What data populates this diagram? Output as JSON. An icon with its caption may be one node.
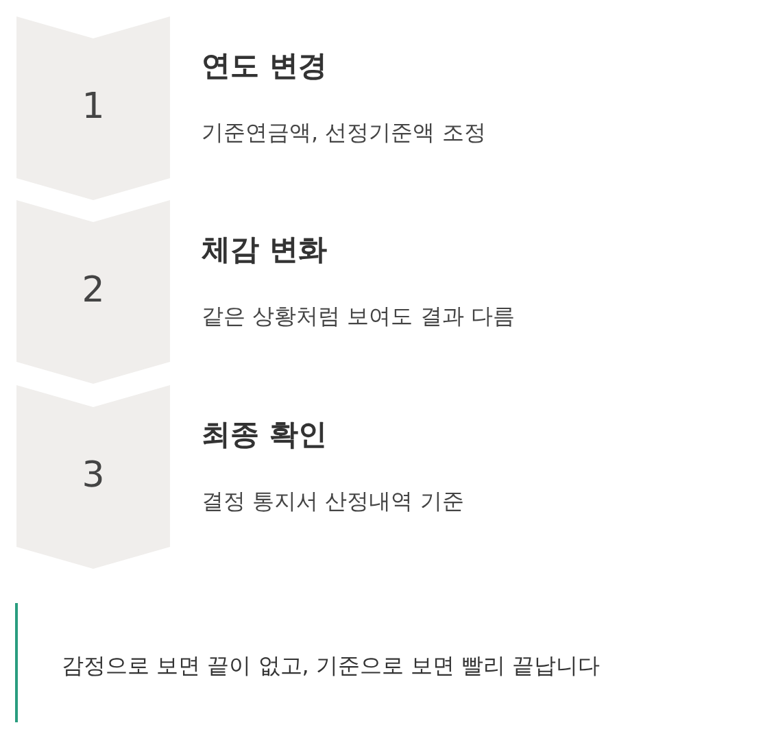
{
  "diagram": {
    "nodes": [
      {
        "text": [
          "1"
        ],
        "beside": [
          "연도 변경",
          "기준연금액, 선정기준액 조정"
        ]
      },
      {
        "text": [
          "2"
        ],
        "beside": [
          "체감 변화",
          "같은 상황처럼 보여도 결과 다름"
        ]
      },
      {
        "text": [
          "3"
        ],
        "beside": [
          "최종 확인",
          "결정 통지서 산정내역 기준"
        ]
      }
    ],
    "edges": [],
    "labels": [
      "감정으로 보면 끝이 없고, 기준으로 보면 빨리 끝납니다"
    ]
  }
}
